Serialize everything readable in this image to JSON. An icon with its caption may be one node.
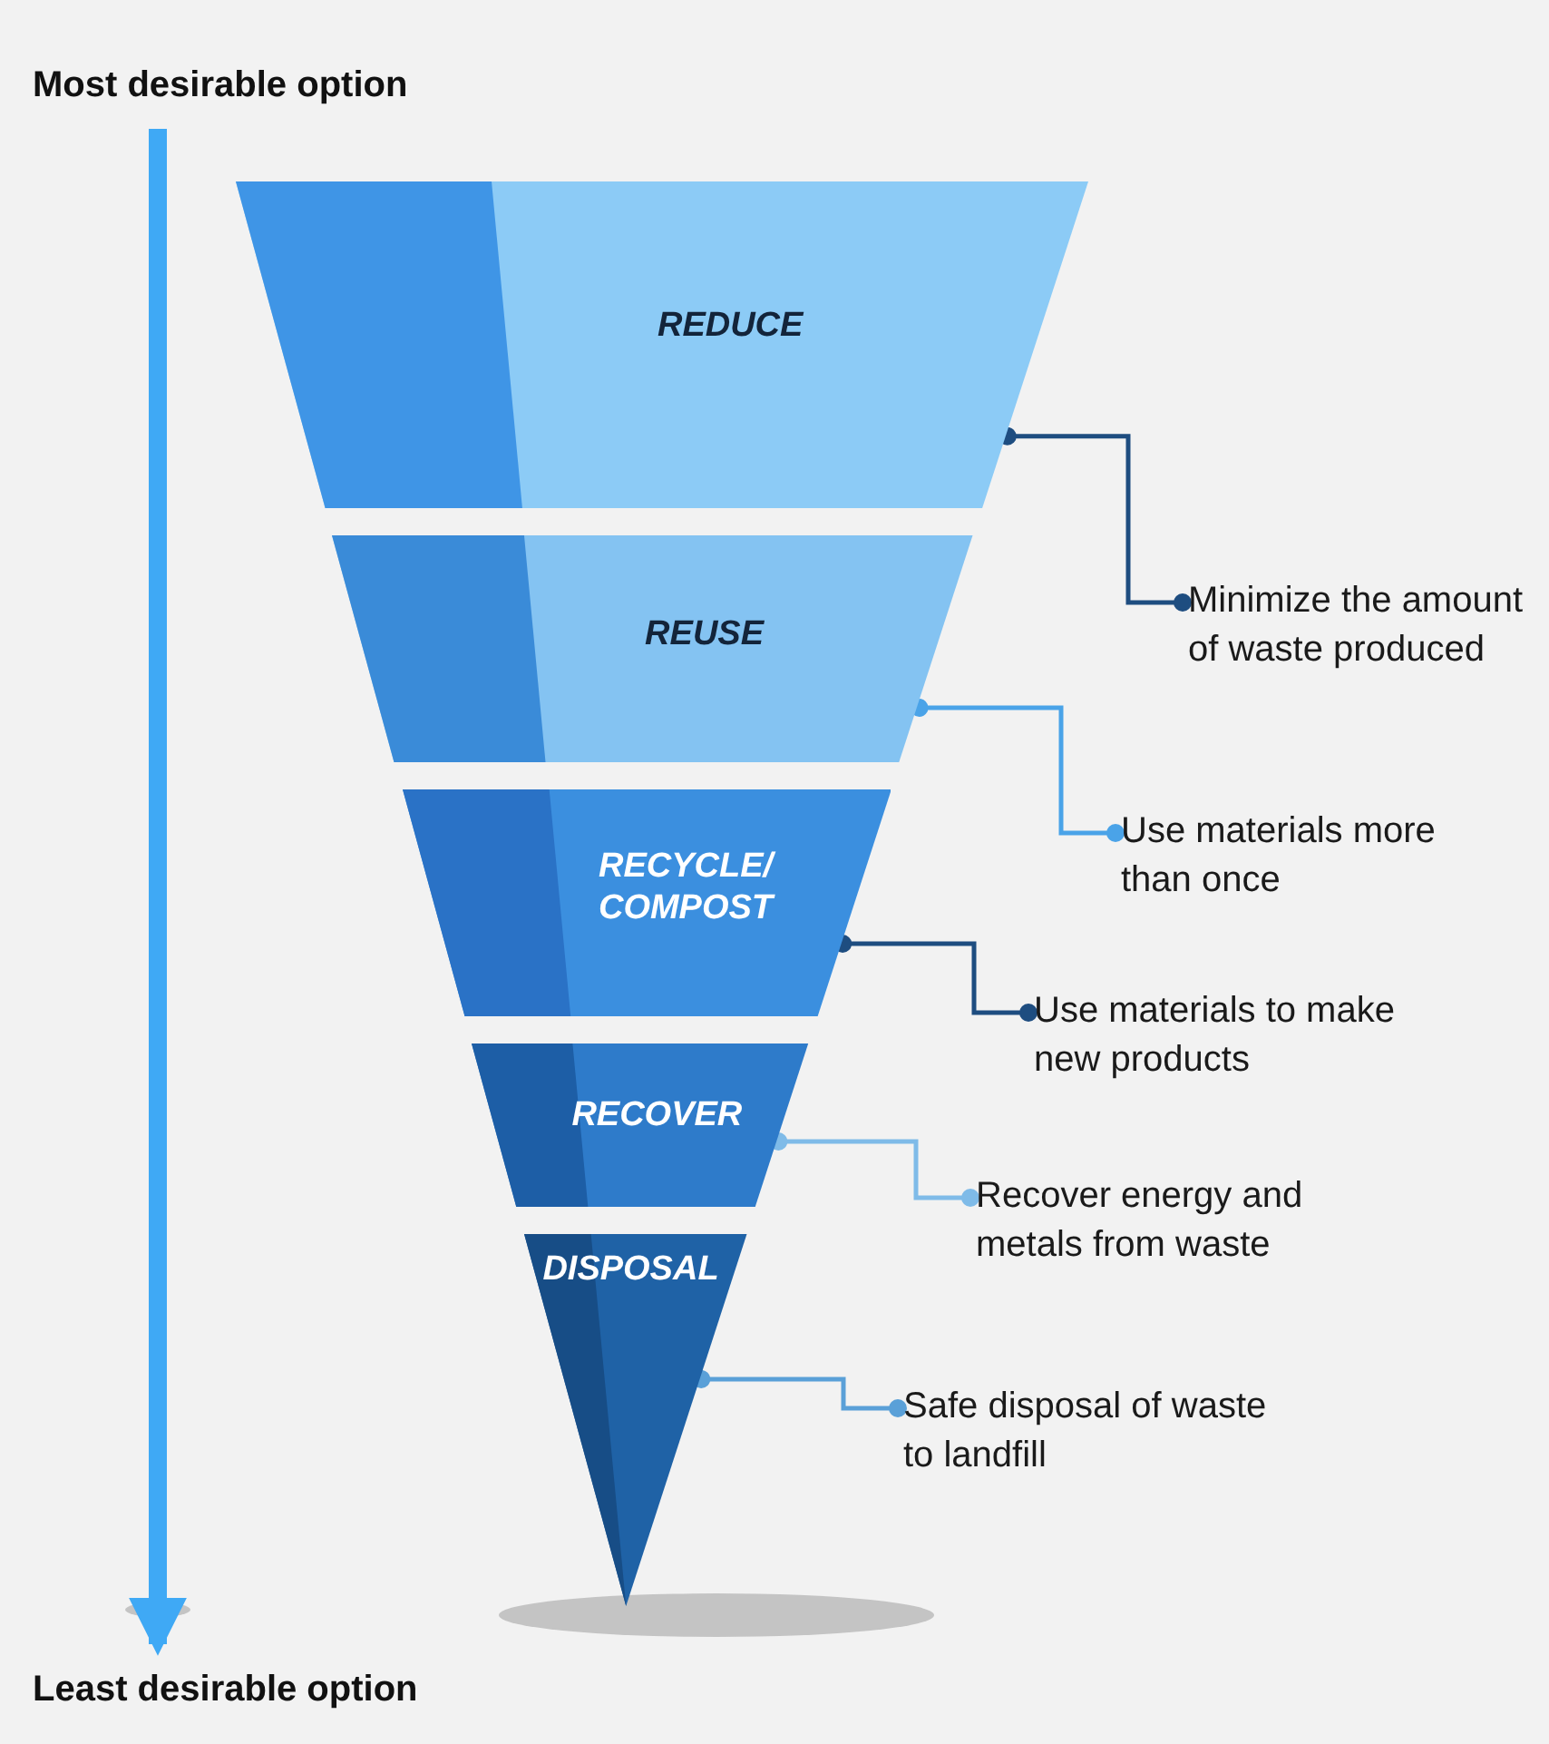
{
  "diagram": {
    "nodes": [
      {
        "text": [
          "REDUCE"
        ]
      },
      {
        "text": [
          "REUSE"
        ]
      },
      {
        "text": [
          "RECYCLE/ COMPOST"
        ]
      },
      {
        "text": [
          "RECOVER"
        ]
      },
      {
        "text": [
          "DISPOSAL"
        ]
      },
      {
        "text": [
          "Minimize the amount of waste produced"
        ]
      },
      {
        "text": [
          "Use materials more than once"
        ]
      },
      {
        "text": [
          "Use materials to make new products"
        ]
      },
      {
        "text": [
          "Recover energy and metals from waste"
        ]
      },
      {
        "text": [
          "Safe disposal of waste to landfill"
        ]
      },
      {
        "text": [
          "Most desirable option"
        ]
      },
      {
        "text": [
          "Least desirable option"
        ]
      }
    ],
    "edges": [
      {
        "from": 5,
        "to": 0,
        "arrow": "other",
        "color": "#1e4d80"
      },
      {
        "from": 6,
        "to": 1,
        "arrow": "other",
        "color": "#4aa3e8"
      },
      {
        "from": 7,
        "to": 2,
        "arrow": "other",
        "color": "#1e4d80"
      },
      {
        "from": 8,
        "to": 3,
        "arrow": "other",
        "color": "#7fbbe8"
      },
      {
        "from": 9,
        "to": 4,
        "arrow": "other",
        "color": "#5aa0d8"
      },
      {
        "from": 10,
        "to": 11,
        "arrow": "to",
        "style": "thick",
        "color": "#3fa9f5"
      }
    ]
  }
}
